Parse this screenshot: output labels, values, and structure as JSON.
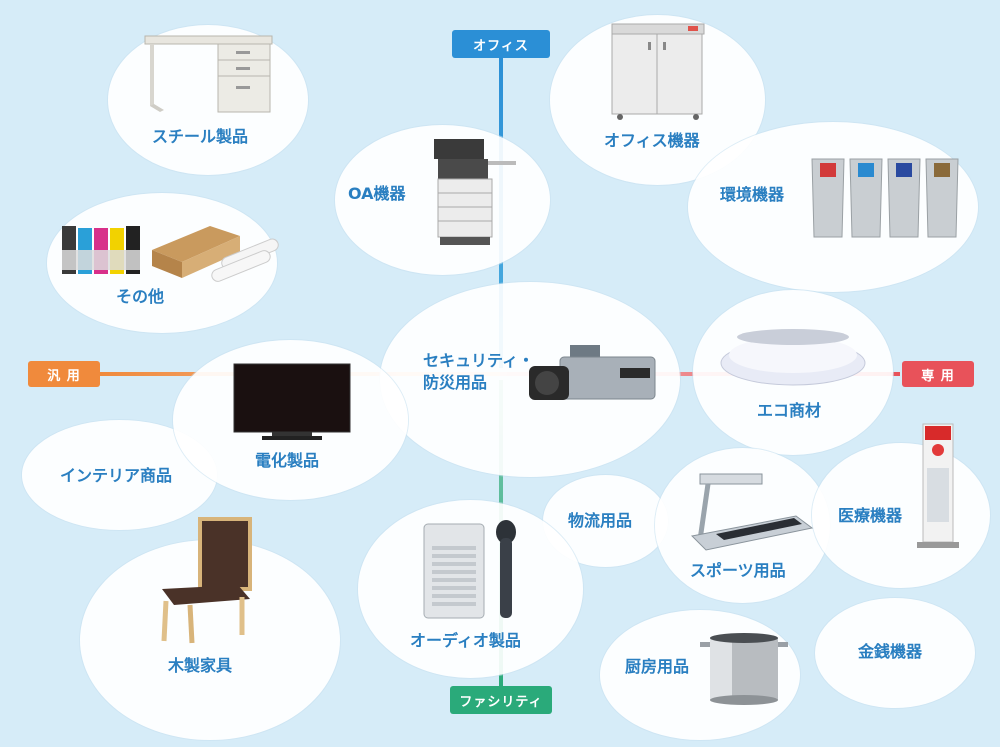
{
  "axes": {
    "vertical_top": "オフィス",
    "vertical_bottom": "ファシリティ",
    "horizontal_left": "汎 用",
    "horizontal_right": "専 用"
  },
  "categories": [
    {
      "id": "steel",
      "label": "スチール製品",
      "icon": "steel-desk"
    },
    {
      "id": "other",
      "label": "その他",
      "icon": "ink-and-paper-rolls"
    },
    {
      "id": "oa",
      "label": "OA機器",
      "icon": "copier-machine"
    },
    {
      "id": "office",
      "label": "オフィス機器",
      "icon": "office-cabinet"
    },
    {
      "id": "env",
      "label": "環境機器",
      "icon": "recycle-bins"
    },
    {
      "id": "security",
      "label": "セキュリティ・\n防災用品",
      "icon": "security-camera"
    },
    {
      "id": "eco",
      "label": "エコ商材",
      "icon": "ceiling-light"
    },
    {
      "id": "tv",
      "label": "電化製品",
      "icon": "television"
    },
    {
      "id": "interior",
      "label": "インテリア商品",
      "icon": ""
    },
    {
      "id": "logistics",
      "label": "物流用品",
      "icon": ""
    },
    {
      "id": "sports",
      "label": "スポーツ用品",
      "icon": "treadmill"
    },
    {
      "id": "medical",
      "label": "医療機器",
      "icon": "aed-stand"
    },
    {
      "id": "audio",
      "label": "オーディオ製品",
      "icon": "speaker-and-microphone"
    },
    {
      "id": "wood",
      "label": "木製家具",
      "icon": "wooden-chair"
    },
    {
      "id": "kitchen",
      "label": "厨房用品",
      "icon": "stock-pot"
    },
    {
      "id": "money",
      "label": "金銭機器",
      "icon": ""
    }
  ],
  "colors": {
    "background": "#d6ecf8",
    "label": "#2a7fc1",
    "office_axis": "#2b8fd6",
    "facility_axis": "#2aaa7a",
    "general_axis": "#f08a3c",
    "dedicated_axis": "#e8525a"
  }
}
